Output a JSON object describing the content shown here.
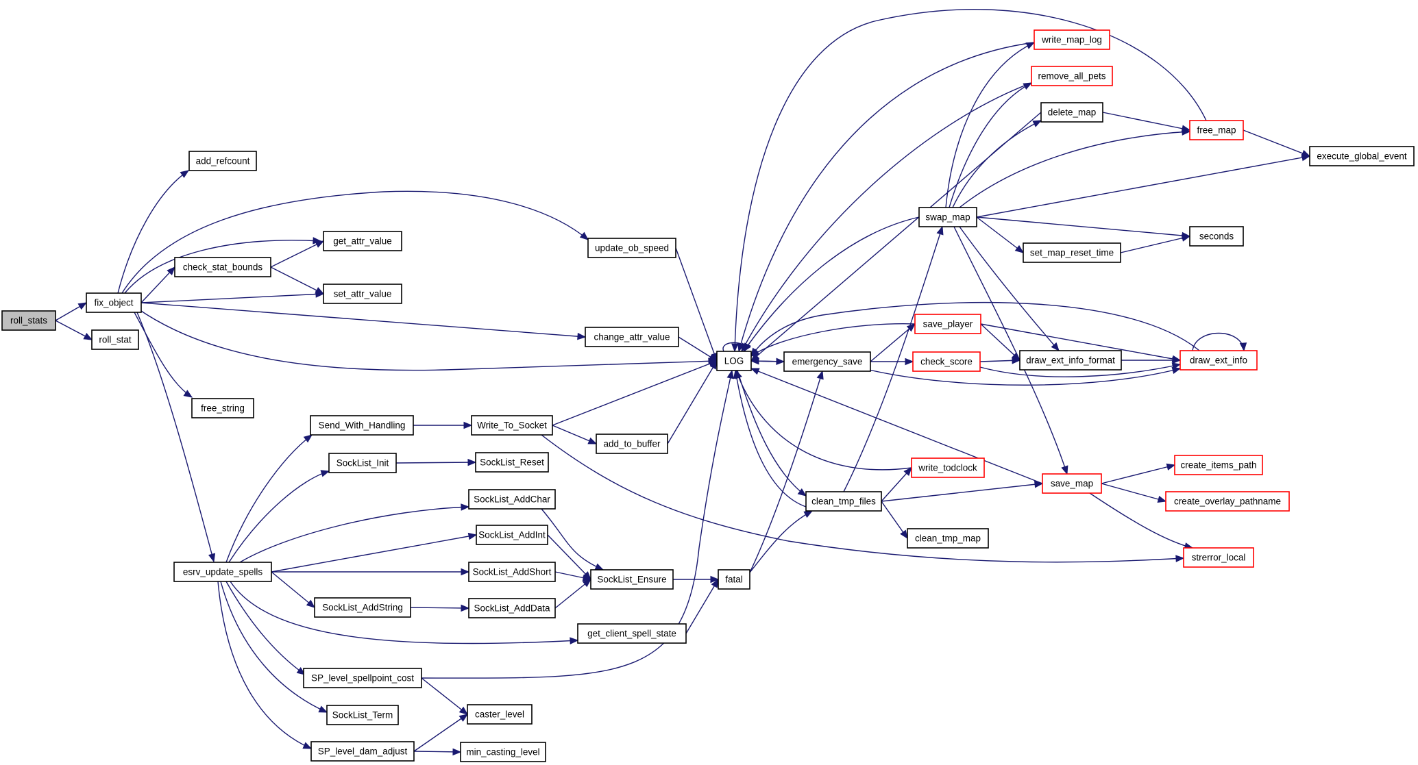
{
  "diagram": {
    "type": "call-graph",
    "colors": {
      "edge": "#191970",
      "node_border": "#000000",
      "node_border_truncated": "#ff0000",
      "root_fill": "#bfbfbf",
      "node_fill": "#ffffff",
      "text": "#000000"
    },
    "nodes": [
      {
        "id": "roll_stats",
        "label": "roll_stats",
        "root": true
      },
      {
        "id": "fix_object",
        "label": "fix_object"
      },
      {
        "id": "roll_stat",
        "label": "roll_stat"
      },
      {
        "id": "add_refcount",
        "label": "add_refcount"
      },
      {
        "id": "update_ob_speed",
        "label": "update_ob_speed"
      },
      {
        "id": "check_stat_bounds",
        "label": "check_stat_bounds"
      },
      {
        "id": "get_attr_value",
        "label": "get_attr_value"
      },
      {
        "id": "set_attr_value",
        "label": "set_attr_value"
      },
      {
        "id": "change_attr_value",
        "label": "change_attr_value"
      },
      {
        "id": "free_string",
        "label": "free_string"
      },
      {
        "id": "esrv_update_spells",
        "label": "esrv_update_spells"
      },
      {
        "id": "send_with_handling",
        "label": "Send_With_Handling"
      },
      {
        "id": "write_to_socket",
        "label": "Write_To_Socket"
      },
      {
        "id": "socklist_init",
        "label": "SockList_Init"
      },
      {
        "id": "socklist_reset",
        "label": "SockList_Reset"
      },
      {
        "id": "add_to_buffer",
        "label": "add_to_buffer"
      },
      {
        "id": "socklist_addchar",
        "label": "SockList_AddChar"
      },
      {
        "id": "socklist_addint",
        "label": "SockList_AddInt"
      },
      {
        "id": "socklist_addshort",
        "label": "SockList_AddShort"
      },
      {
        "id": "socklist_addstring",
        "label": "SockList_AddString"
      },
      {
        "id": "socklist_adddata",
        "label": "SockList_AddData"
      },
      {
        "id": "socklist_ensure",
        "label": "SockList_Ensure"
      },
      {
        "id": "fatal",
        "label": "fatal"
      },
      {
        "id": "get_client_spell_state",
        "label": "get_client_spell_state"
      },
      {
        "id": "sp_level_spellpoint_cost",
        "label": "SP_level_spellpoint_cost"
      },
      {
        "id": "socklist_term",
        "label": "SockList_Term"
      },
      {
        "id": "caster_level",
        "label": "caster_level"
      },
      {
        "id": "sp_level_dam_adjust",
        "label": "SP_level_dam_adjust"
      },
      {
        "id": "min_casting_level",
        "label": "min_casting_level"
      },
      {
        "id": "log",
        "label": "LOG"
      },
      {
        "id": "emergency_save",
        "label": "emergency_save"
      },
      {
        "id": "clean_tmp_files",
        "label": "clean_tmp_files"
      },
      {
        "id": "clean_tmp_map",
        "label": "clean_tmp_map"
      },
      {
        "id": "write_todclock",
        "label": "write_todclock",
        "truncated": true
      },
      {
        "id": "save_player",
        "label": "save_player",
        "truncated": true
      },
      {
        "id": "check_score",
        "label": "check_score",
        "truncated": true
      },
      {
        "id": "draw_ext_info_format",
        "label": "draw_ext_info_format"
      },
      {
        "id": "draw_ext_info",
        "label": "draw_ext_info",
        "truncated": true
      },
      {
        "id": "swap_map",
        "label": "swap_map"
      },
      {
        "id": "write_map_log",
        "label": "write_map_log",
        "truncated": true
      },
      {
        "id": "remove_all_pets",
        "label": "remove_all_pets",
        "truncated": true
      },
      {
        "id": "delete_map",
        "label": "delete_map"
      },
      {
        "id": "free_map",
        "label": "free_map",
        "truncated": true
      },
      {
        "id": "execute_global_event",
        "label": "execute_global_event"
      },
      {
        "id": "seconds",
        "label": "seconds"
      },
      {
        "id": "set_map_reset_time",
        "label": "set_map_reset_time"
      },
      {
        "id": "save_map",
        "label": "save_map",
        "truncated": true
      },
      {
        "id": "create_items_path",
        "label": "create_items_path",
        "truncated": true
      },
      {
        "id": "create_overlay_pathname",
        "label": "create_overlay_pathname",
        "truncated": true
      },
      {
        "id": "strerror_local",
        "label": "strerror_local",
        "truncated": true
      }
    ],
    "edges": [
      [
        "roll_stats",
        "fix_object"
      ],
      [
        "roll_stats",
        "roll_stat"
      ],
      [
        "fix_object",
        "add_refcount"
      ],
      [
        "fix_object",
        "update_ob_speed"
      ],
      [
        "fix_object",
        "get_attr_value"
      ],
      [
        "fix_object",
        "check_stat_bounds"
      ],
      [
        "fix_object",
        "set_attr_value"
      ],
      [
        "fix_object",
        "change_attr_value"
      ],
      [
        "fix_object",
        "log"
      ],
      [
        "fix_object",
        "free_string"
      ],
      [
        "fix_object",
        "esrv_update_spells"
      ],
      [
        "check_stat_bounds",
        "get_attr_value"
      ],
      [
        "check_stat_bounds",
        "set_attr_value"
      ],
      [
        "update_ob_speed",
        "log"
      ],
      [
        "change_attr_value",
        "log"
      ],
      [
        "esrv_update_spells",
        "send_with_handling"
      ],
      [
        "esrv_update_spells",
        "socklist_init"
      ],
      [
        "esrv_update_spells",
        "socklist_addchar"
      ],
      [
        "esrv_update_spells",
        "socklist_addint"
      ],
      [
        "esrv_update_spells",
        "socklist_addshort"
      ],
      [
        "esrv_update_spells",
        "socklist_addstring"
      ],
      [
        "esrv_update_spells",
        "get_client_spell_state"
      ],
      [
        "esrv_update_spells",
        "sp_level_spellpoint_cost"
      ],
      [
        "esrv_update_spells",
        "socklist_term"
      ],
      [
        "esrv_update_spells",
        "sp_level_dam_adjust"
      ],
      [
        "send_with_handling",
        "write_to_socket"
      ],
      [
        "write_to_socket",
        "log"
      ],
      [
        "write_to_socket",
        "add_to_buffer"
      ],
      [
        "write_to_socket",
        "strerror_local"
      ],
      [
        "add_to_buffer",
        "log"
      ],
      [
        "socklist_init",
        "socklist_reset"
      ],
      [
        "socklist_addchar",
        "socklist_ensure"
      ],
      [
        "socklist_addint",
        "socklist_ensure"
      ],
      [
        "socklist_addshort",
        "socklist_ensure"
      ],
      [
        "socklist_addstring",
        "socklist_adddata"
      ],
      [
        "socklist_adddata",
        "socklist_ensure"
      ],
      [
        "socklist_ensure",
        "fatal"
      ],
      [
        "get_client_spell_state",
        "fatal"
      ],
      [
        "sp_level_spellpoint_cost",
        "log"
      ],
      [
        "sp_level_spellpoint_cost",
        "caster_level"
      ],
      [
        "sp_level_dam_adjust",
        "caster_level"
      ],
      [
        "sp_level_dam_adjust",
        "min_casting_level"
      ],
      [
        "fatal",
        "emergency_save"
      ],
      [
        "fatal",
        "clean_tmp_files"
      ],
      [
        "log",
        "log"
      ],
      [
        "log",
        "emergency_save"
      ],
      [
        "log",
        "clean_tmp_files"
      ],
      [
        "emergency_save",
        "log"
      ],
      [
        "emergency_save",
        "save_player"
      ],
      [
        "emergency_save",
        "check_score"
      ],
      [
        "emergency_save",
        "draw_ext_info"
      ],
      [
        "save_player",
        "log"
      ],
      [
        "save_player",
        "draw_ext_info_format"
      ],
      [
        "save_player",
        "draw_ext_info"
      ],
      [
        "check_score",
        "draw_ext_info_format"
      ],
      [
        "check_score",
        "draw_ext_info"
      ],
      [
        "draw_ext_info_format",
        "draw_ext_info"
      ],
      [
        "draw_ext_info",
        "draw_ext_info"
      ],
      [
        "draw_ext_info",
        "log"
      ],
      [
        "clean_tmp_files",
        "log"
      ],
      [
        "clean_tmp_files",
        "write_todclock"
      ],
      [
        "clean_tmp_files",
        "clean_tmp_map"
      ],
      [
        "clean_tmp_files",
        "save_map"
      ],
      [
        "clean_tmp_files",
        "swap_map"
      ],
      [
        "write_todclock",
        "log"
      ],
      [
        "swap_map",
        "log"
      ],
      [
        "swap_map",
        "write_map_log"
      ],
      [
        "swap_map",
        "remove_all_pets"
      ],
      [
        "swap_map",
        "delete_map"
      ],
      [
        "swap_map",
        "free_map"
      ],
      [
        "swap_map",
        "execute_global_event"
      ],
      [
        "swap_map",
        "seconds"
      ],
      [
        "swap_map",
        "set_map_reset_time"
      ],
      [
        "swap_map",
        "draw_ext_info_format"
      ],
      [
        "swap_map",
        "save_map"
      ],
      [
        "write_map_log",
        "log"
      ],
      [
        "remove_all_pets",
        "log"
      ],
      [
        "delete_map",
        "free_map"
      ],
      [
        "delete_map",
        "log"
      ],
      [
        "free_map",
        "log"
      ],
      [
        "free_map",
        "execute_global_event"
      ],
      [
        "set_map_reset_time",
        "seconds"
      ],
      [
        "save_map",
        "log"
      ],
      [
        "save_map",
        "create_items_path"
      ],
      [
        "save_map",
        "create_overlay_pathname"
      ],
      [
        "save_map",
        "strerror_local"
      ]
    ]
  }
}
